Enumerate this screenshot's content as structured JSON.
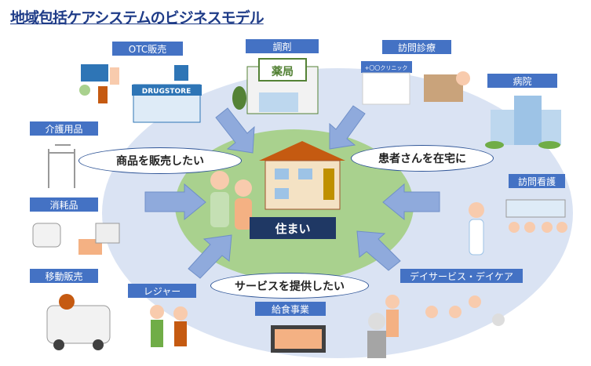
{
  "title": "地域包括ケアシステムのビジネスモデル",
  "center": "住まい",
  "ovals": {
    "sell": "商品を販売したい",
    "patient": "患者さんを在宅に",
    "service": "サービスを提供したい"
  },
  "labels": {
    "otc": "OTC販売",
    "dispensing": "調剤",
    "home_visit": "訪問診療",
    "hospital": "病院",
    "care_goods": "介護用品",
    "visit_nursing": "訪問看護",
    "consumables": "消耗品",
    "mobile_sales": "移動販売",
    "day_service": "デイサービス・デイケア",
    "leisure": "レジャー",
    "catering": "給食事業"
  },
  "illustration_text": {
    "drugstore": "DRUGSTORE",
    "pharmacy": "薬局",
    "clinic": "+〇〇クリニック"
  },
  "colors": {
    "label": "#4472c4",
    "outer": "#dae3f3",
    "inner": "#a9d18e",
    "arrow": "#8faadc",
    "home": "#1f3864"
  }
}
